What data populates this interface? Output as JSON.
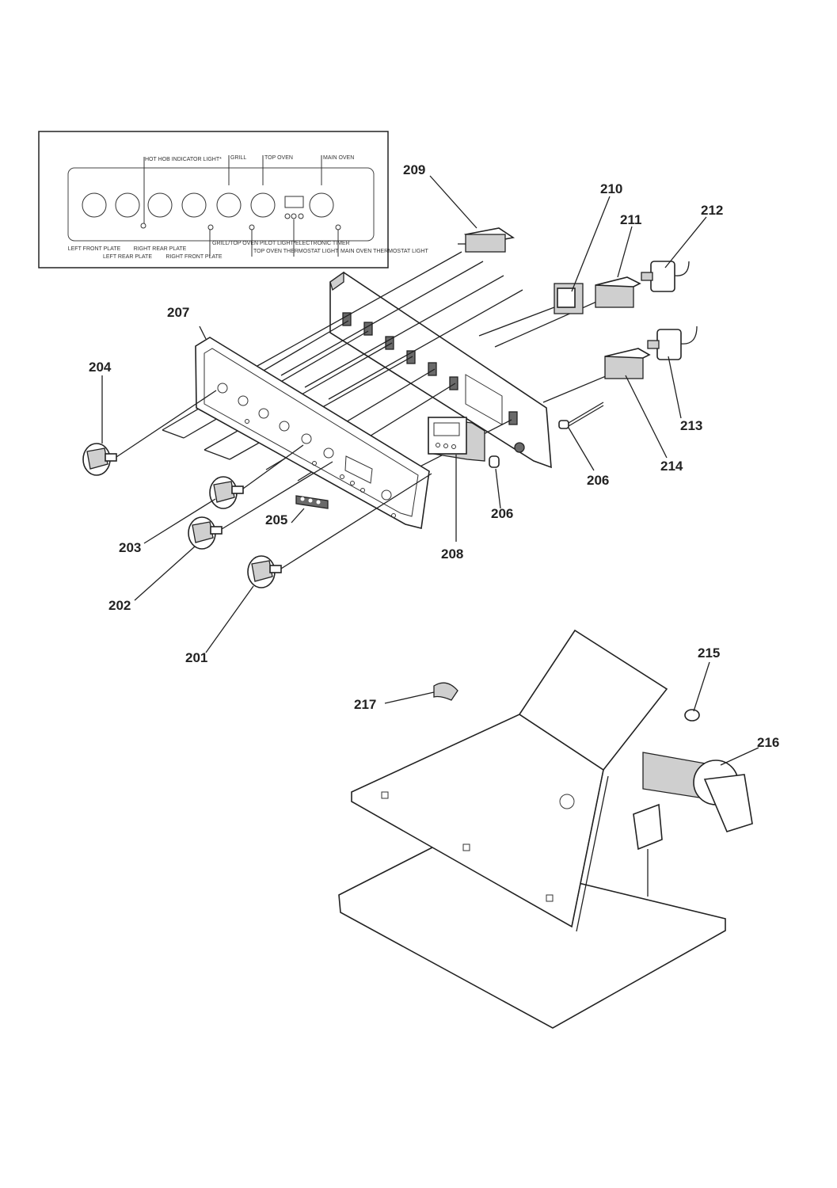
{
  "inset": {
    "top_labels": [
      "HOT HOB INDICATOR LIGHT*",
      "GRILL",
      "TOP OVEN",
      "MAIN OVEN"
    ],
    "bottom_labels": [
      "LEFT FRONT PLATE",
      "LEFT REAR PLATE",
      "RIGHT REAR PLATE",
      "RIGHT FRONT PLATE",
      "GRILL/TOP OVEN PILOT LIGHT*",
      "TOP OVEN THERMOSTAT LIGHT",
      "ELECTRONIC TIMER",
      "MAIN OVEN THERMOSTAT LIGHT"
    ]
  },
  "parts": [
    "201",
    "202",
    "203",
    "204",
    "205",
    "206",
    "206",
    "207",
    "208",
    "209",
    "210",
    "211",
    "212",
    "213",
    "214",
    "215",
    "216",
    "217"
  ]
}
